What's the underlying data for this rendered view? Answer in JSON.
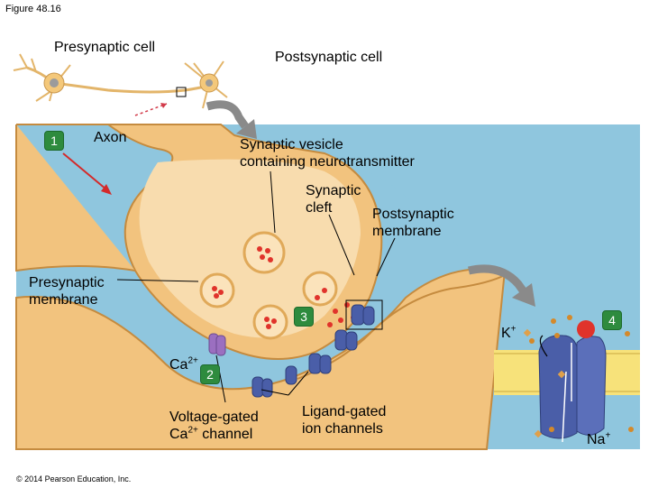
{
  "figure_label": "Figure 48.16",
  "labels": {
    "presynaptic_cell": "Presynaptic cell",
    "postsynaptic_cell": "Postsynaptic cell",
    "axon": "Axon",
    "synaptic_vesicle": "Synaptic vesicle\ncontaining neurotransmitter",
    "synaptic_cleft": "Synaptic\ncleft",
    "postsynaptic_membrane": "Postsynaptic\nmembrane",
    "presynaptic_membrane": "Presynaptic\nmembrane",
    "ca_channel_line1": "Voltage-gated",
    "ca_channel_line2_prefix": "Ca",
    "ca_channel_line2_suffix": " channel",
    "ligand_gated": "Ligand-gated\nion channels",
    "ca_ion": "Ca",
    "ca_charge": "2+",
    "k_ion": "K",
    "k_charge": "+",
    "na_ion": "Na",
    "na_charge": "+"
  },
  "steps": [
    "1",
    "2",
    "3",
    "4"
  ],
  "copyright": "© 2014 Pearson Education, Inc.",
  "colors": {
    "cell_body": "#f2c37e",
    "cell_light": "#f8dcae",
    "background_panel": "#8fc6de",
    "channel": "#4a5ea8",
    "neurotransmitter": "#e0332b",
    "badge": "#2e8b3e",
    "arrow_gray": "#8a8a8a"
  }
}
